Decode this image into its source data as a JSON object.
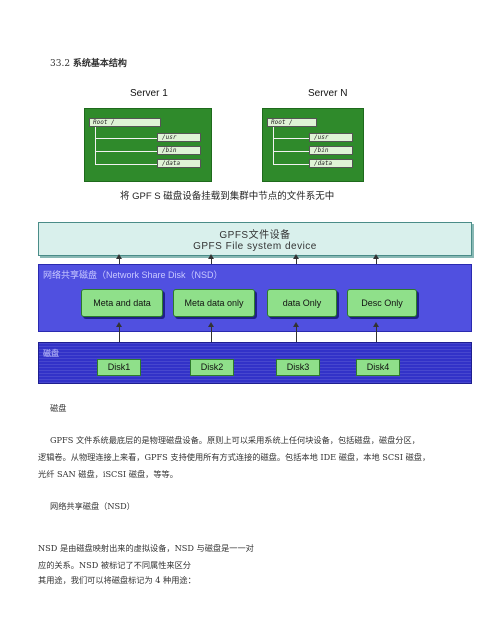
{
  "section": {
    "number": "33.2",
    "title": "系统基本结构"
  },
  "diagram": {
    "servers": [
      {
        "label": "Server 1",
        "root": "Root /",
        "dirs": [
          "/usr",
          "/bin",
          "/data"
        ]
      },
      {
        "label": "Server N",
        "root": "Root /",
        "dirs": [
          "/usr",
          "/bin",
          "/data"
        ]
      }
    ],
    "caption": "将 GPF S 磁盘设备挂载到集群中节点的文件系无中",
    "gpfs_device": {
      "line1": "GPFS文件设备",
      "line2": "GPFS File system device"
    },
    "nsd_layer": {
      "title": "网络共享磁盘（Network Share Disk（NSD）",
      "boxes": [
        "Meta and data",
        "Meta data only",
        "data Only",
        "Desc Only"
      ]
    },
    "disk_layer": {
      "title": "磁盘",
      "disks": [
        "Disk1",
        "Disk2",
        "Disk3",
        "Disk4"
      ]
    },
    "colors": {
      "server_green": "#2f8a2b",
      "nsd_blue": "#5050e0",
      "disk_blue": "#3232c8",
      "box_green": "#8fe08a",
      "device_teal": "#d9f0ec"
    }
  },
  "text": {
    "sub_heading_disk": "磁盘",
    "disk_para_line1": "GPFS 文件系统最底层的是物理磁盘设备。原则上可以采用系统上任何块设备，包括磁盘，磁盘分区，",
    "disk_para_line2": "逻辑卷。从物理连接上来看，GPFS 支持使用所有方式连接的磁盘。包括本地 IDE 磁盘，本地 SCSI 磁盘，",
    "disk_para_line3": "光纤 SAN 磁盘，iSCSI 磁盘，等等。",
    "sub_heading_nsd": "网络共享磁盘（NSD）",
    "nsd_para_line1": "NSD 是由磁盘映射出来的虚拟设备，NSD 与磁盘是一一对",
    "nsd_para_line2": "应的关系。NSD 被标记了不同属性来区分",
    "nsd_para_line3": "其用途，我们可以将磁盘标记为 4 种用途："
  }
}
